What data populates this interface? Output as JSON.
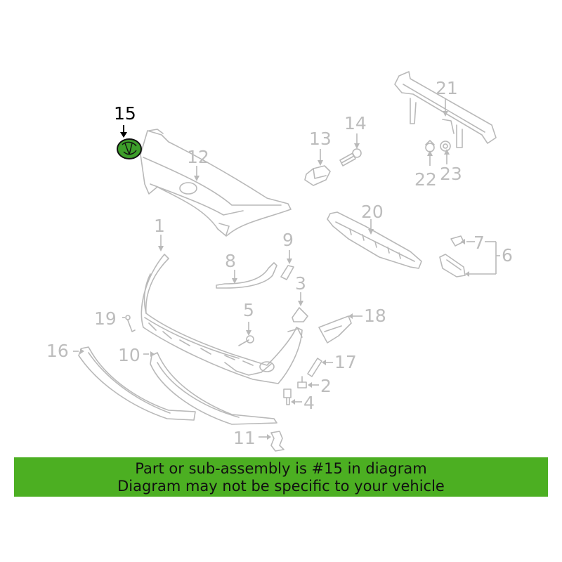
{
  "callouts": {
    "c1": "1",
    "c2": "2",
    "c3": "3",
    "c4": "4",
    "c5": "5",
    "c6": "6",
    "c7": "7",
    "c8": "8",
    "c9": "9",
    "c10": "10",
    "c11": "11",
    "c12": "12",
    "c13": "13",
    "c14": "14",
    "c15": "15",
    "c16": "16",
    "c17": "17",
    "c18": "18",
    "c19": "19",
    "c20": "20",
    "c21": "21",
    "c22": "22",
    "c23": "23"
  },
  "highlight": {
    "part": "15",
    "color": "#3d9e2a"
  },
  "colors": {
    "banner": "#4caf22",
    "parts": "#b9b9b9"
  },
  "banner": {
    "line1": "Part or sub-assembly is #15 in diagram",
    "line2": "Diagram may not be specific to your vehicle"
  }
}
